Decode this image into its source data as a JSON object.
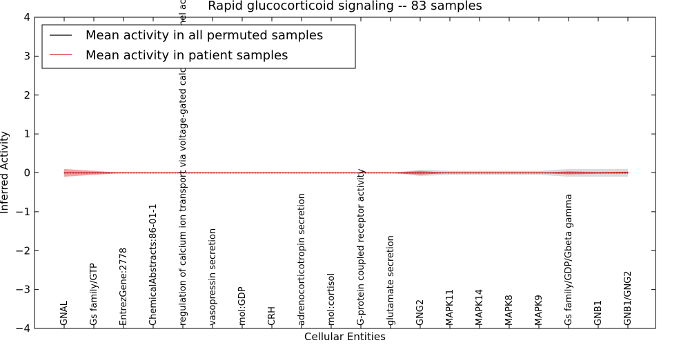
{
  "chart_data": {
    "type": "line",
    "title": "Rapid glucocorticoid signaling -- 83 samples",
    "xlabel": "Cellular Entities",
    "ylabel": "Inferred Activity",
    "ylim": [
      -4,
      4
    ],
    "yticks": [
      4,
      3,
      2,
      1,
      0,
      -1,
      -2,
      -3,
      -4
    ],
    "ytick_labels": [
      "4",
      "3",
      "2",
      "1",
      "0",
      "−1",
      "−2",
      "−3",
      "−4"
    ],
    "grid": false,
    "legend_position": "top-left",
    "categories": [
      "GNAL",
      "Gs family/GTP",
      "EntrezGene:2778",
      "ChemicalAbstracts:86-01-1",
      "regulation of calcium ion transport via voltage-gated calcium channel activity",
      "vasopressin secretion",
      "mol:GDP",
      "CRH",
      "adrenocorticotropin secretion",
      "mol:cortisol",
      "G-protein coupled receptor activity",
      "glutamate secretion",
      "GNG2",
      "MAPK11",
      "MAPK14",
      "MAPK8",
      "MAPK9",
      "Gs family/GDP/Gbeta gamma",
      "GNB1",
      "GNB1/GNG2"
    ],
    "series": [
      {
        "name": "Mean activity in all permuted samples",
        "color": "#000000",
        "values": [
          0,
          0,
          0,
          0,
          0,
          0,
          0,
          0,
          0,
          0,
          0,
          0,
          0,
          0,
          0,
          0,
          0,
          0,
          0,
          0
        ],
        "band_lower": [
          0,
          0,
          0,
          0,
          0,
          0,
          0,
          0,
          0,
          0,
          0,
          0,
          -0.08,
          -0.05,
          -0.05,
          -0.05,
          -0.05,
          -0.1,
          -0.1,
          -0.1
        ],
        "band_upper": [
          0,
          0,
          0,
          0,
          0,
          0,
          0,
          0,
          0,
          0,
          0,
          0,
          0.08,
          0.05,
          0.05,
          0.05,
          0.05,
          0.1,
          0.1,
          0.1
        ],
        "band_color": "#999999"
      },
      {
        "name": "Mean activity in patient samples",
        "color": "#d62020",
        "values": [
          0,
          0,
          0,
          0,
          0,
          0,
          0,
          0,
          0,
          0,
          0,
          0,
          0,
          0,
          0,
          0,
          0,
          0,
          0,
          0.01
        ],
        "band_lower": [
          -0.1,
          -0.05,
          0,
          0,
          0,
          0,
          0,
          0,
          0,
          0,
          0,
          0,
          -0.05,
          0,
          0,
          0,
          0,
          -0.04,
          -0.02,
          -0.02
        ],
        "band_upper": [
          0.1,
          0.05,
          0,
          0,
          0,
          0,
          0,
          0,
          0,
          0,
          0,
          0,
          0.05,
          0,
          0,
          0,
          0,
          0.04,
          0.02,
          0.03
        ],
        "band_color": "#e03030"
      }
    ]
  }
}
